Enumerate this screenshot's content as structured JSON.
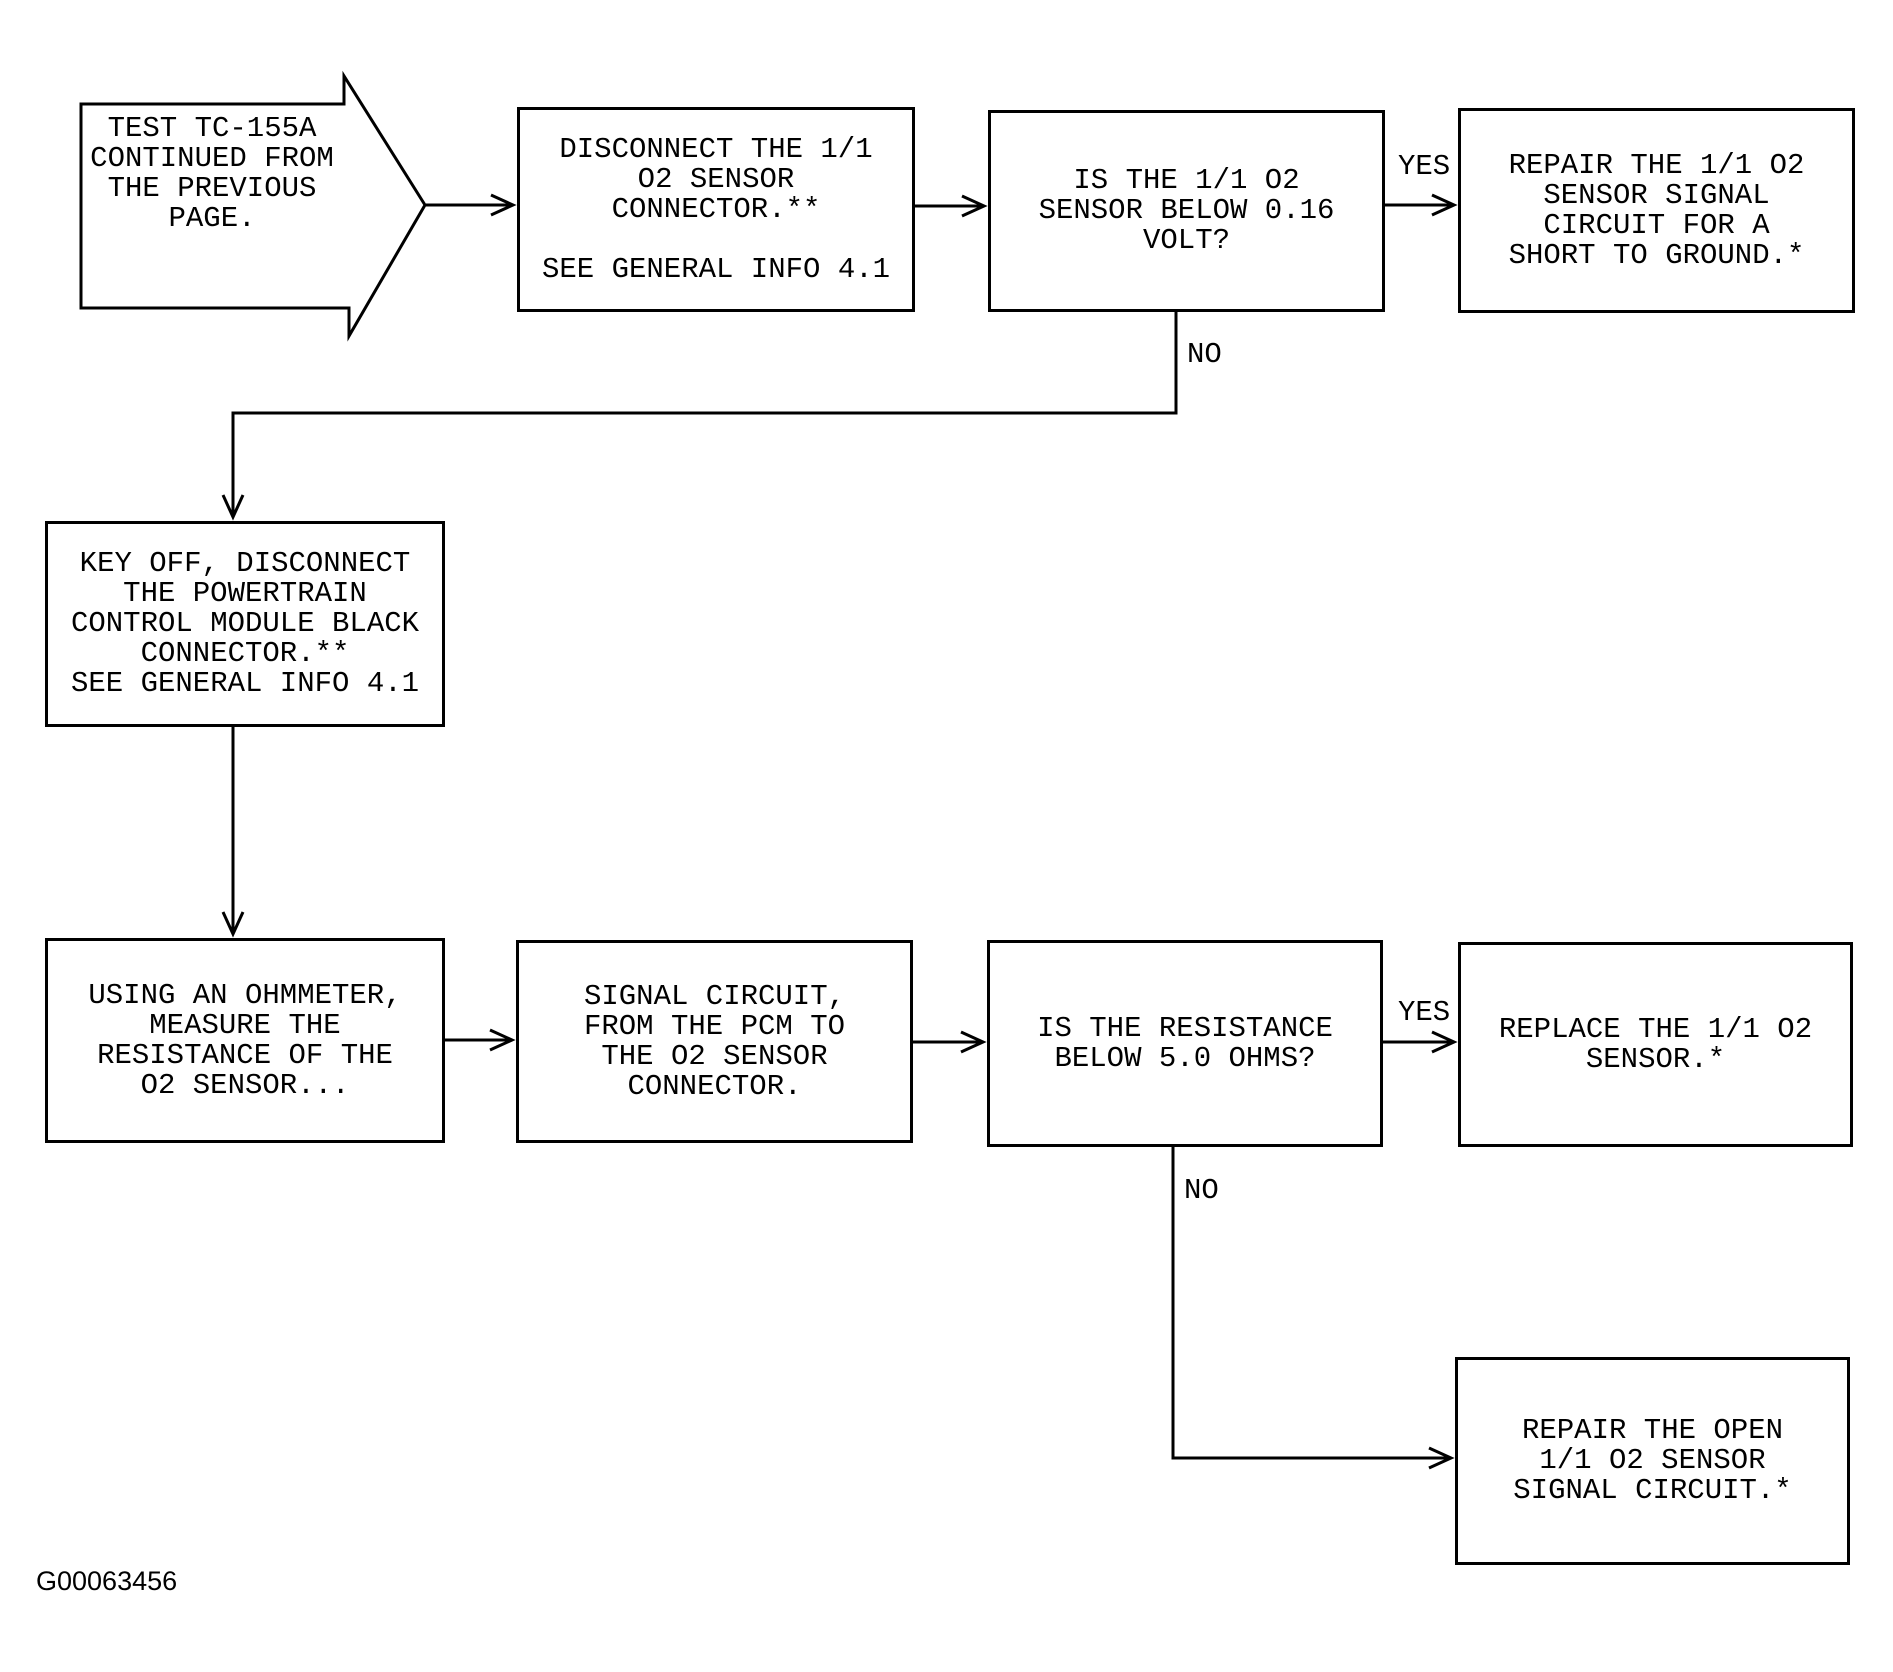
{
  "diagram": {
    "title_node": "TEST TC-155A\nCONTINUED FROM\nTHE PREVIOUS\nPAGE.",
    "nodes": {
      "disconnect_o2": "DISCONNECT THE 1/1\nO2 SENSOR\nCONNECTOR.**\n\nSEE GENERAL INFO 4.1",
      "volt_check": "IS THE 1/1 O2\nSENSOR BELOW 0.16\nVOLT?",
      "repair_short": "REPAIR THE 1/1 O2\nSENSOR SIGNAL\nCIRCUIT FOR A\nSHORT TO GROUND.*",
      "key_off": "KEY OFF, DISCONNECT\nTHE POWERTRAIN\nCONTROL MODULE BLACK\nCONNECTOR.**\nSEE GENERAL INFO 4.1",
      "ohmmeter": "USING AN OHMMETER,\nMEASURE THE\nRESISTANCE OF THE\nO2 SENSOR...",
      "signal_circuit": "SIGNAL CIRCUIT,\nFROM THE PCM TO\nTHE O2 SENSOR\nCONNECTOR.",
      "resistance_check": "IS THE RESISTANCE\nBELOW 5.0 OHMS?",
      "replace_sensor": "REPLACE THE 1/1 O2\nSENSOR.*",
      "repair_open": "REPAIR THE OPEN\n1/1 O2 SENSOR\nSIGNAL CIRCUIT.*"
    },
    "branch_labels": {
      "volt_yes": "YES",
      "volt_no": "NO",
      "resistance_yes": "YES",
      "resistance_no": "NO"
    },
    "figure_id": "G00063456",
    "line_color": "#000000",
    "background_color": "#ffffff"
  }
}
